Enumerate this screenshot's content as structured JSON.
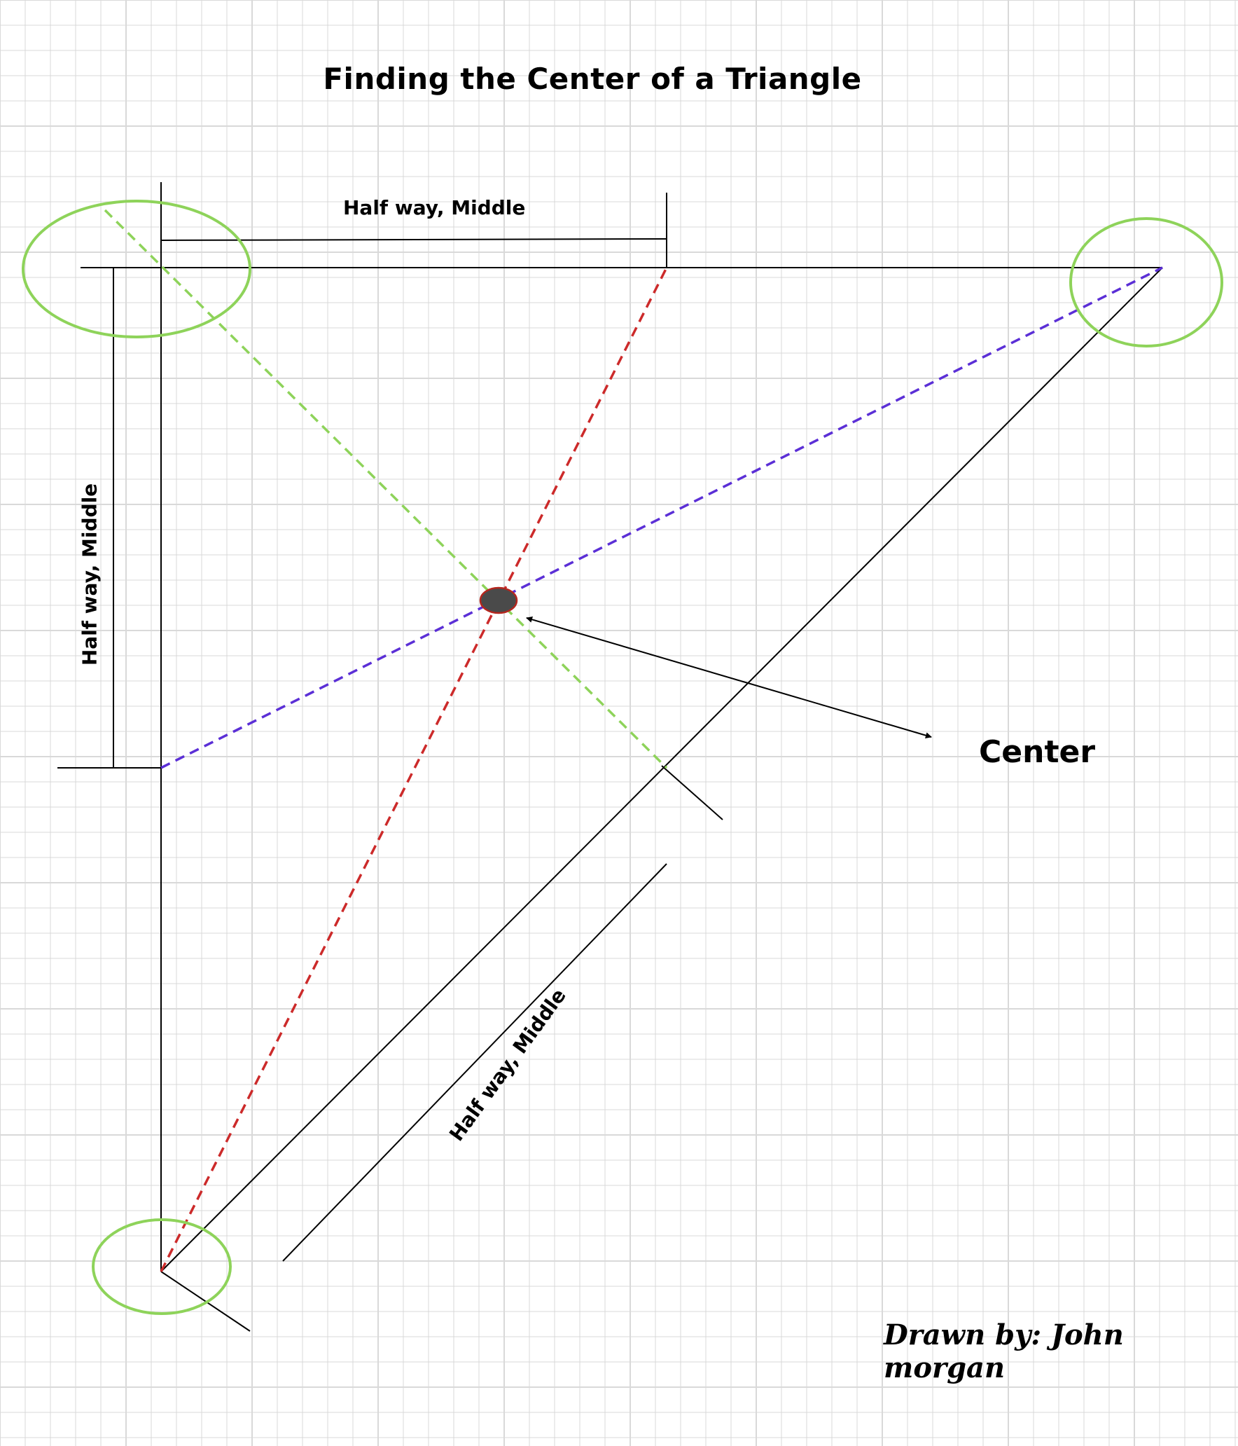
{
  "title": "Finding the Center of a Triangle",
  "labels": {
    "top_side": "Half way, Middle",
    "left_side": "Half way, Middle",
    "hypotenuse": "Half way, Middle",
    "center": "Center"
  },
  "credit": "Drawn by: John morgan",
  "colors": {
    "grid": "#d9d9d9",
    "lines": "#000000",
    "median_from_bottom_vertex": "#cc2a2a",
    "median_from_top_left_vertex": "#8ed35a",
    "median_from_right_vertex": "#5b2fd6",
    "vertex_circles": "#8ed35a",
    "center_dot": "#4a4a4a",
    "center_dot_outline": "#b5261e"
  }
}
